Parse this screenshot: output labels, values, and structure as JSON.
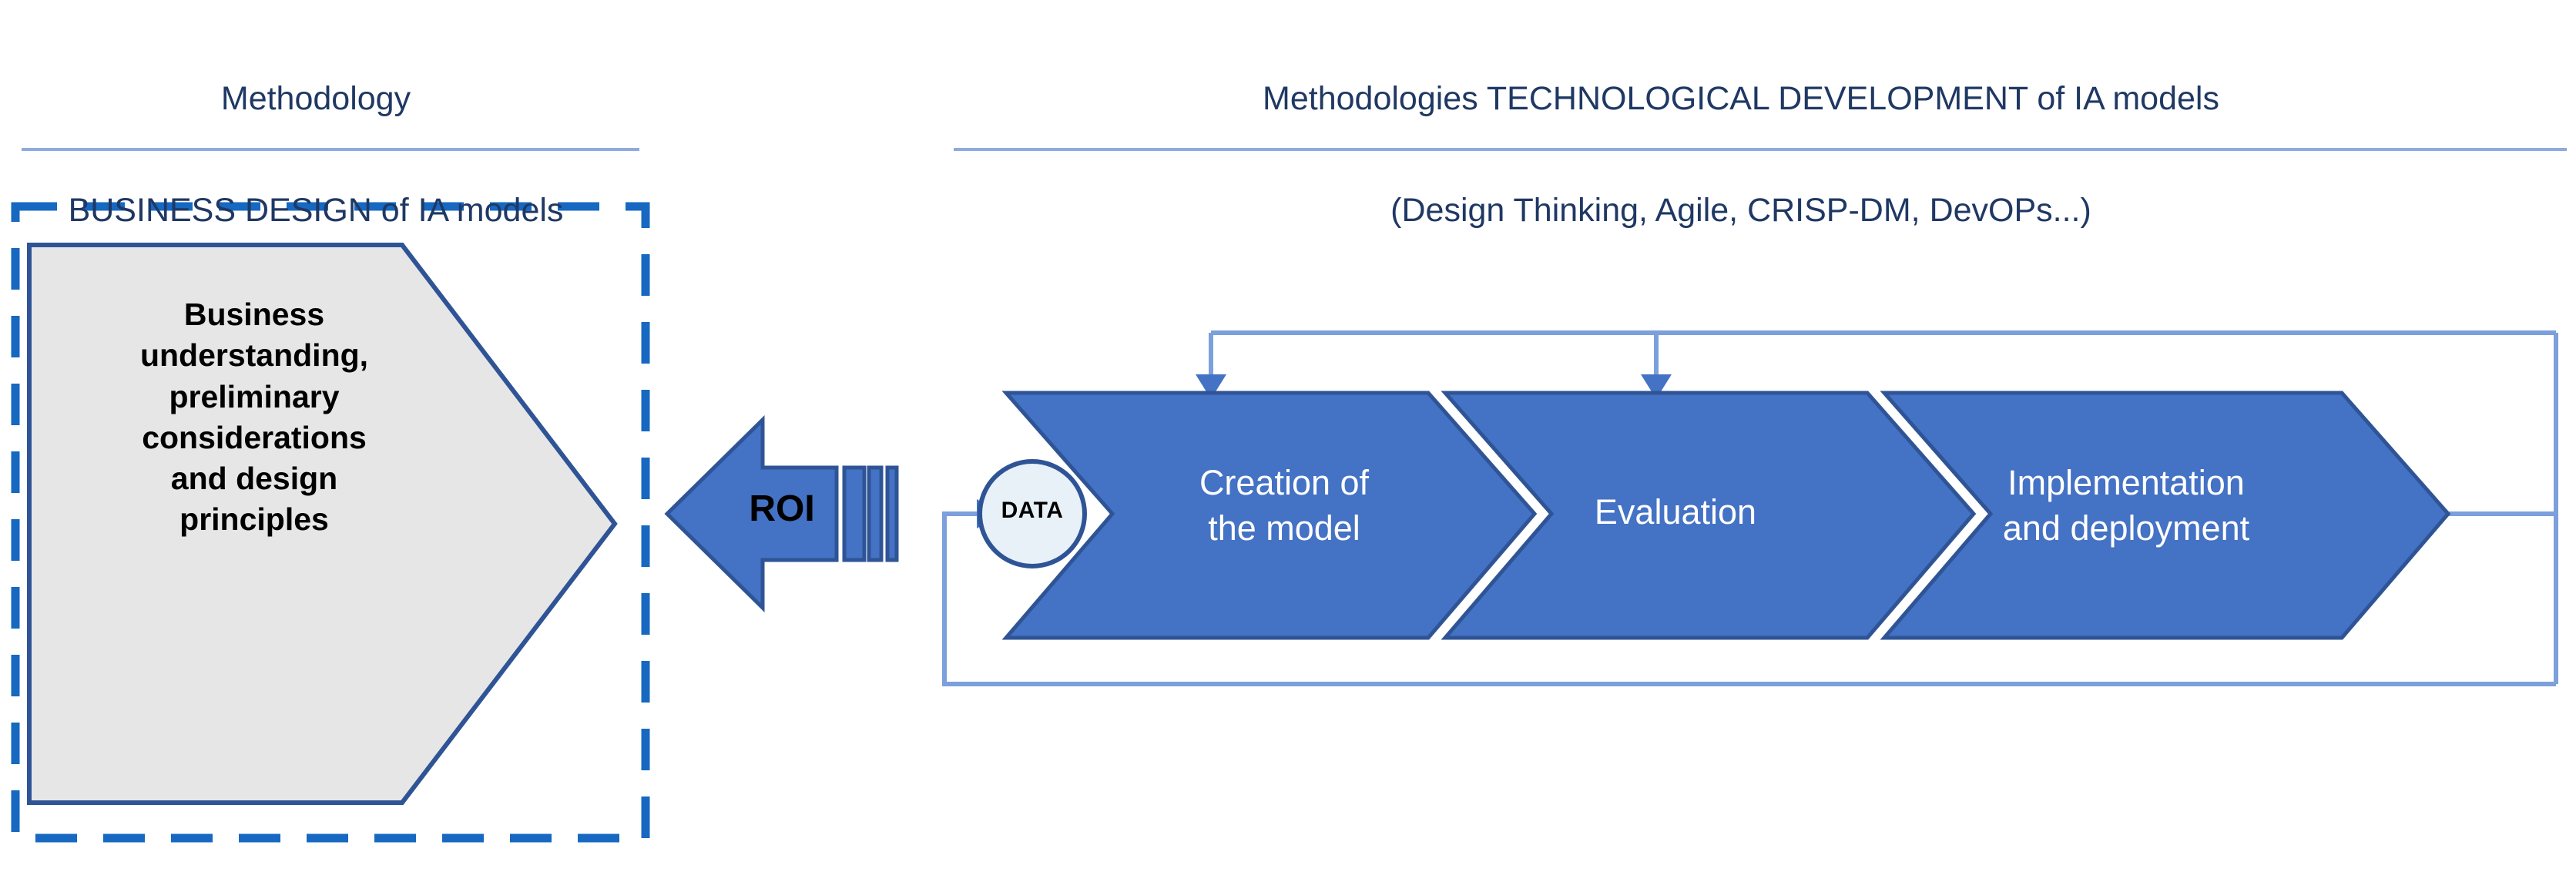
{
  "headings": {
    "left": {
      "line1": "Methodology",
      "line2": "BUSINESS DESIGN of IA models"
    },
    "right": {
      "line1": "Methodologies TECHNOLOGICAL DEVELOPMENT of IA models",
      "line2": "(Design Thinking, Agile, CRISP-DM, DevOPs...)"
    }
  },
  "business_block": {
    "lines": [
      "Business",
      "understanding,",
      "preliminary",
      "considerations",
      "and design",
      "principles"
    ]
  },
  "roi_arrow": {
    "label": "ROI"
  },
  "data_node": {
    "label": "DATA"
  },
  "process_steps": [
    {
      "id": "creation",
      "lines": [
        "Creation of",
        "the model"
      ]
    },
    {
      "id": "evaluation",
      "lines": [
        "Evaluation"
      ]
    },
    {
      "id": "implementation",
      "lines": [
        "Implementation",
        "and deployment"
      ]
    }
  ],
  "colors": {
    "heading_text": "#1F3864",
    "rule": "#8FAADC",
    "dashed_border": "#1668C1",
    "pentagon_fill": "#E7E6E6",
    "pentagon_stroke": "#2F5496",
    "chevron_fill": "#4472C4",
    "chevron_stroke": "#2F5496",
    "arrow_fill": "#4472C4",
    "data_circle_fill": "#E8F0F8",
    "data_circle_stroke": "#2F5496",
    "connector_line": "#7BA0DC",
    "connector_arrow": "#4472C4",
    "step_text": "#FFFFFF",
    "body_text": "#000000"
  }
}
